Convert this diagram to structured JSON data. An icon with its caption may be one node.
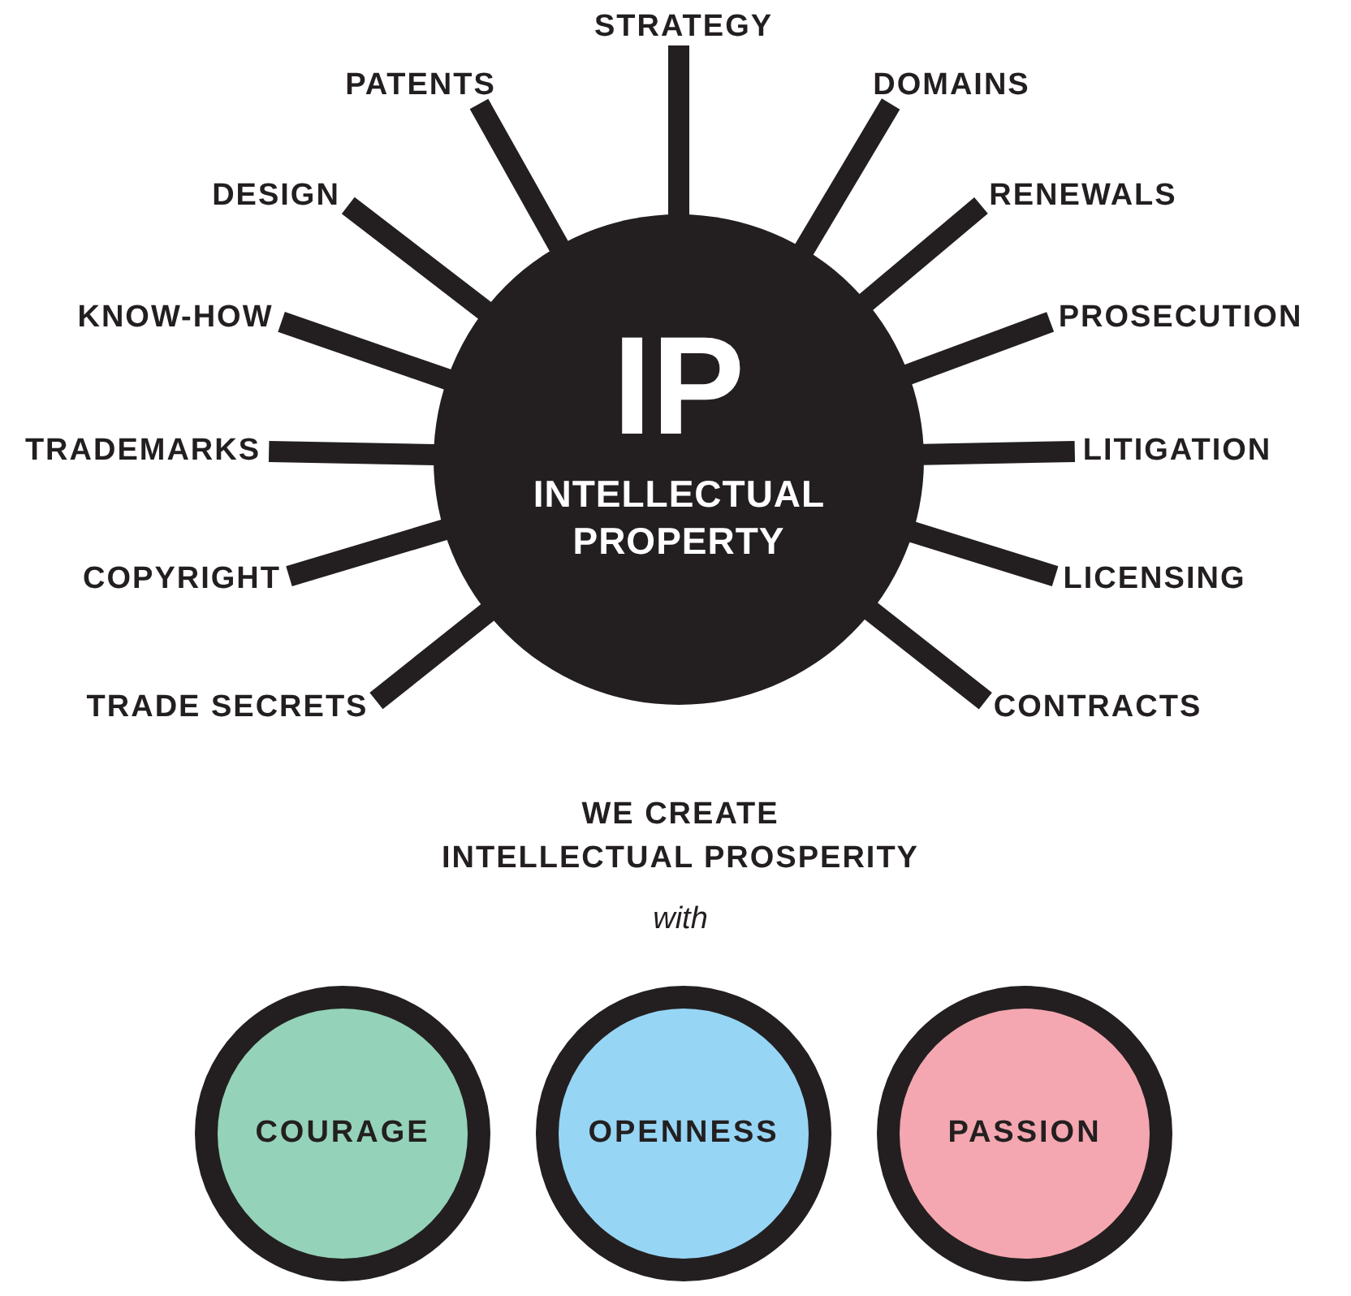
{
  "diagram": {
    "nodes": [
      {
        "text": [
          "IP",
          "INTELLECTUAL PROPERTY"
        ]
      },
      {
        "text": [
          "STRATEGY"
        ]
      },
      {
        "text": [
          "PATENTS"
        ]
      },
      {
        "text": [
          "DOMAINS"
        ]
      },
      {
        "text": [
          "DESIGN"
        ]
      },
      {
        "text": [
          "RENEWALS"
        ]
      },
      {
        "text": [
          "KNOW-HOW"
        ]
      },
      {
        "text": [
          "PROSECUTION"
        ]
      },
      {
        "text": [
          "TRADEMARKS"
        ]
      },
      {
        "text": [
          "LITIGATION"
        ]
      },
      {
        "text": [
          "COPYRIGHT"
        ]
      },
      {
        "text": [
          "LICENSING"
        ]
      },
      {
        "text": [
          "TRADE SECRETS"
        ]
      },
      {
        "text": [
          "CONTRACTS"
        ]
      },
      {
        "text": [
          "COURAGE"
        ]
      },
      {
        "text": [
          "OPENNESS"
        ]
      },
      {
        "text": [
          "PASSION"
        ]
      }
    ],
    "edges": [
      {
        "from": 0,
        "to": 1,
        "arrow": "none"
      },
      {
        "from": 0,
        "to": 2,
        "arrow": "none"
      },
      {
        "from": 0,
        "to": 3,
        "arrow": "none"
      },
      {
        "from": 0,
        "to": 4,
        "arrow": "none"
      },
      {
        "from": 0,
        "to": 5,
        "arrow": "none"
      },
      {
        "from": 0,
        "to": 6,
        "arrow": "none"
      },
      {
        "from": 0,
        "to": 7,
        "arrow": "none"
      },
      {
        "from": 0,
        "to": 8,
        "arrow": "none"
      },
      {
        "from": 0,
        "to": 9,
        "arrow": "none"
      },
      {
        "from": 0,
        "to": 10,
        "arrow": "none"
      },
      {
        "from": 0,
        "to": 11,
        "arrow": "none"
      },
      {
        "from": 0,
        "to": 12,
        "arrow": "none"
      },
      {
        "from": 0,
        "to": 13,
        "arrow": "none"
      }
    ],
    "labels": [
      "WE CREATE INTELLECTUAL PROSPERITY",
      "with"
    ]
  }
}
